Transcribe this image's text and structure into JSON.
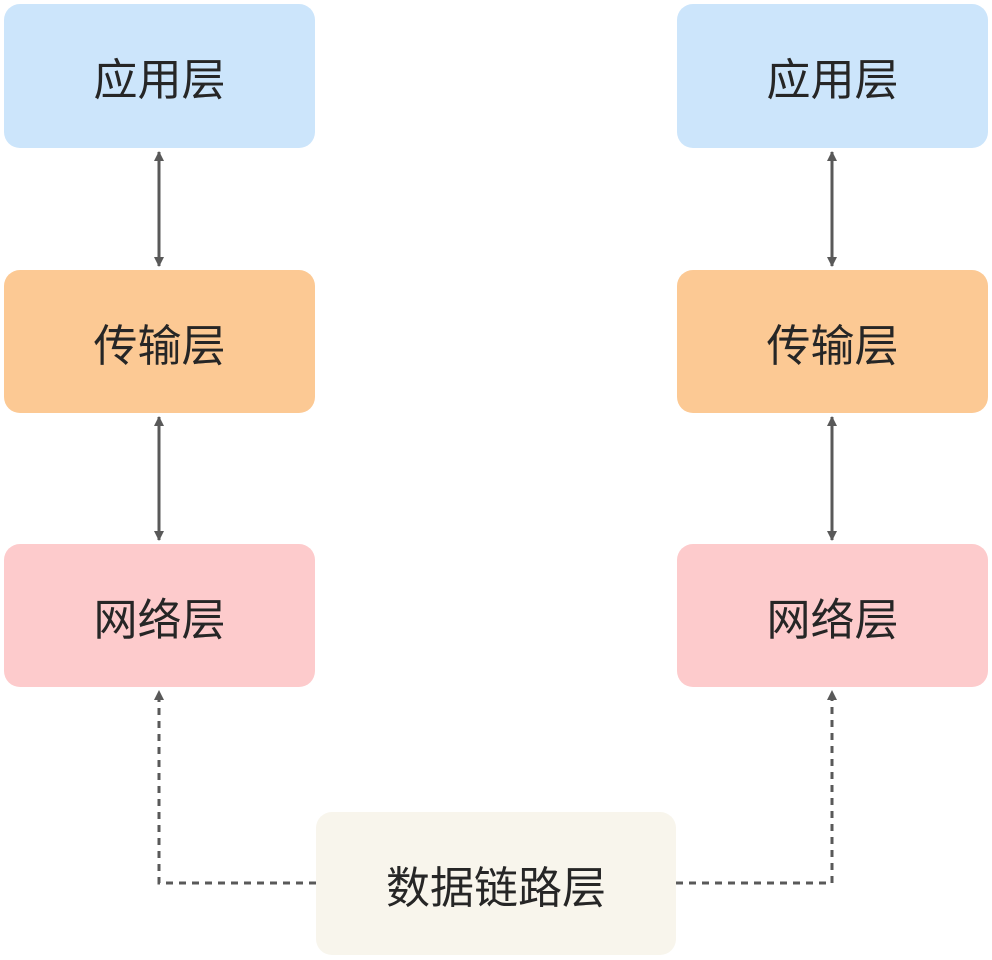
{
  "colors": {
    "application": "#cce5fb",
    "transport": "#fcc994",
    "network": "#fdcbcc",
    "datalink": "#f8f5ec",
    "arrow": "#595959"
  },
  "left_stack": {
    "application": "应用层",
    "transport": "传输层",
    "network": "网络层"
  },
  "right_stack": {
    "application": "应用层",
    "transport": "传输层",
    "network": "网络层"
  },
  "bottom": {
    "datalink": "数据链路层"
  }
}
